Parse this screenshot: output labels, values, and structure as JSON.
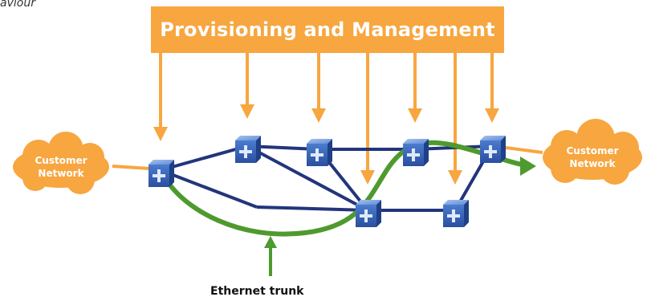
{
  "caption_fragment": "aviour",
  "banner": {
    "title": "Provisioning and Management"
  },
  "clouds": {
    "left": {
      "line1": "Customer",
      "line2": "Network"
    },
    "right": {
      "line1": "Customer",
      "line2": "Network"
    }
  },
  "trunk_label": "Ethernet trunk",
  "colors": {
    "orange": "#f7a640",
    "navy": "#22357c",
    "green": "#4e9a2e",
    "switch_blue": "#3f6fc4"
  },
  "icons": [
    "switch-icon",
    "cloud-icon",
    "arrow-down-icon",
    "arrow-up-icon"
  ]
}
